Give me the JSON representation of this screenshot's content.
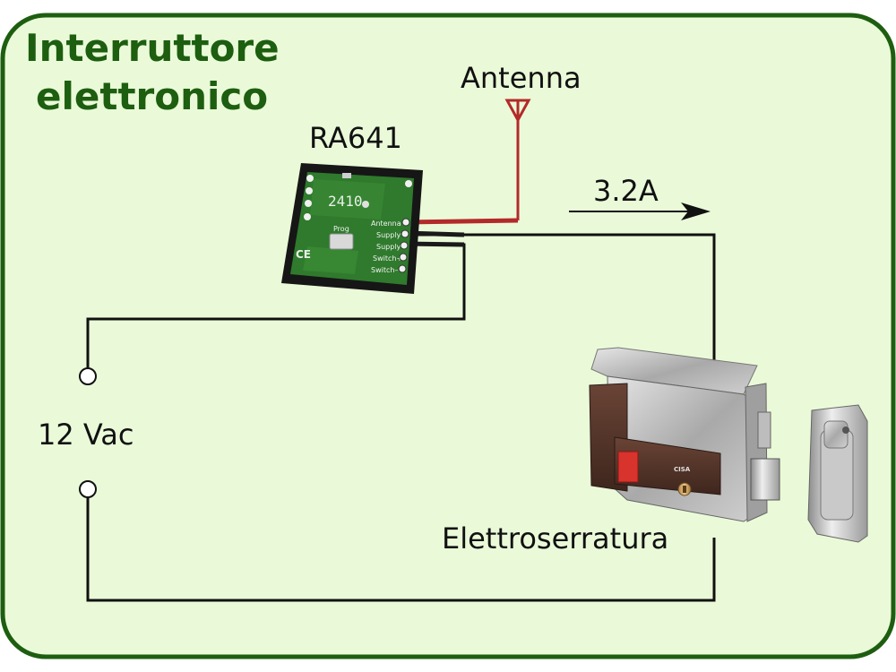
{
  "title": {
    "line1": "Interruttore",
    "line2": "elettronico"
  },
  "module": {
    "name": "RA641",
    "pins": [
      "Antenna",
      "Supply",
      "Supply",
      "Switch+",
      "Switch–"
    ],
    "button_label": "Prog",
    "digits": "2410",
    "ce_mark": "CE"
  },
  "antenna": {
    "label": "Antenna"
  },
  "current": {
    "label": "3.2A"
  },
  "supply": {
    "label": "12 Vac"
  },
  "lock": {
    "label": "Elettroserratura",
    "brand": "CISA"
  },
  "colors": {
    "background": "#eafad8",
    "border": "#1d5e10",
    "title": "#1d5e10",
    "antenna_wire": "#b32a2a",
    "wire": "#111111",
    "pcb": "#2f7a2c"
  }
}
